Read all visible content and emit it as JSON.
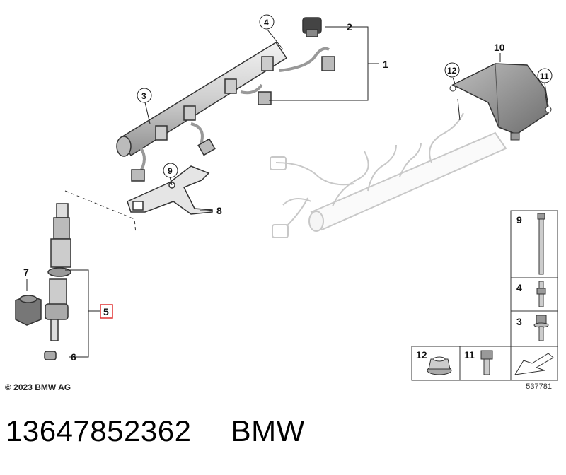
{
  "callouts": {
    "c1": "1",
    "c2": "2",
    "c3": "3",
    "c4": "4",
    "c5": "5",
    "c6": "6",
    "c7": "7",
    "c8": "8",
    "c9": "9",
    "c10": "10",
    "c11": "11",
    "c12": "12"
  },
  "legend": {
    "c9": "9",
    "c4": "4",
    "c3": "3",
    "c12": "12",
    "c11": "11"
  },
  "copyright": "© 2023 BMW AG",
  "ref_code": "537781",
  "footer": {
    "part_number": "13647852362",
    "brand": "BMW"
  },
  "colors": {
    "part_fill": "#d9d9d9",
    "part_stroke": "#333333",
    "ghost_stroke": "#c8c8c8",
    "highlight": "#e03030"
  }
}
